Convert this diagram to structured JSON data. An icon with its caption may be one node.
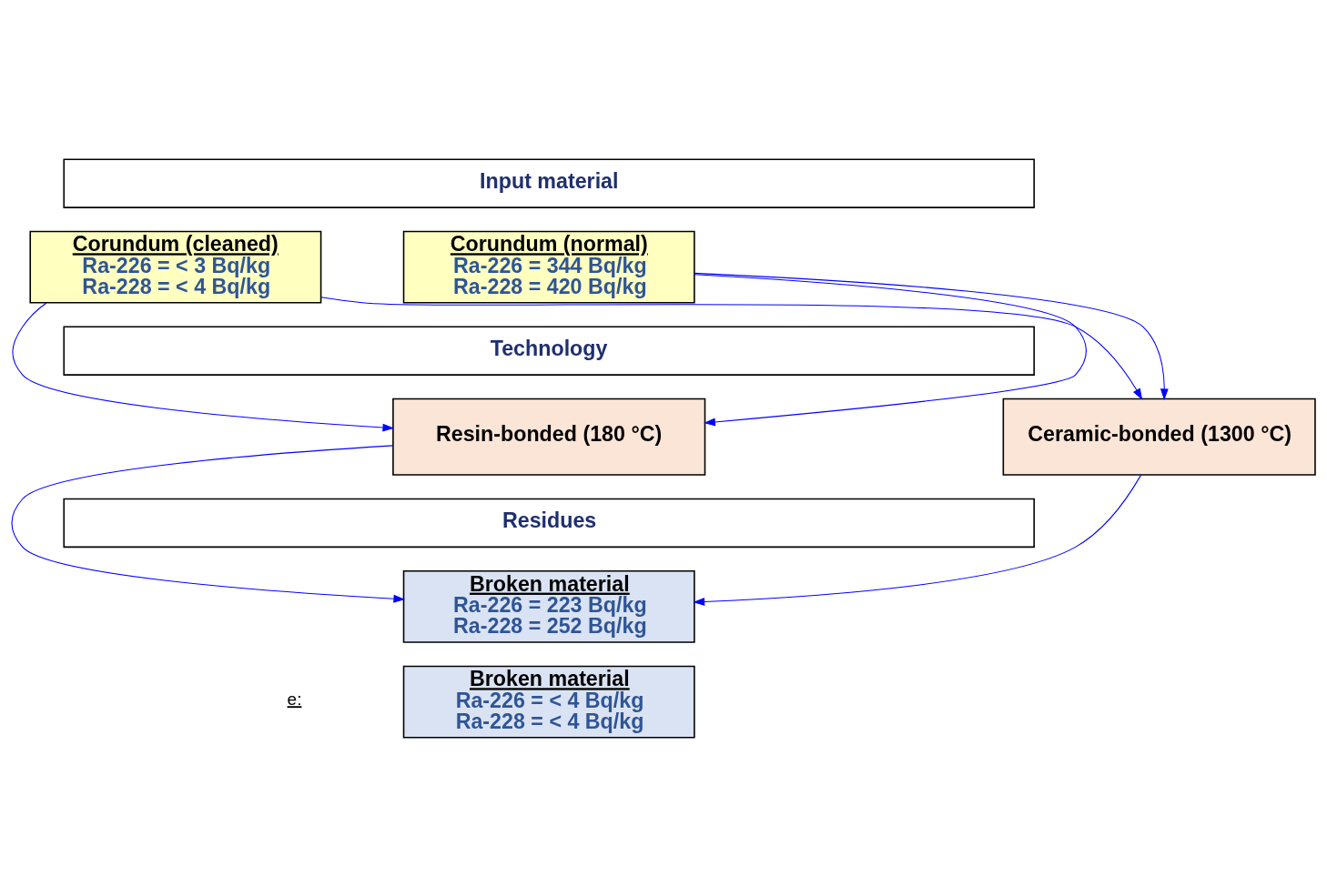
{
  "diagram": {
    "nodes": [
      {
        "text": [
          "Input material"
        ]
      },
      {
        "text": [
          "Corundum (normal)",
          "Ra-226 = 344 Bq/kg",
          "Ra-228 = 420 Bq/kg"
        ]
      },
      {
        "text": [
          "Corundum (cleaned)",
          "Ra-226 = < 3 Bq/kg",
          "Ra-228 = < 4 Bq/kg"
        ]
      },
      {
        "text": [
          "Technology"
        ]
      },
      {
        "text": [
          "Resin-bonded (180 °C)"
        ]
      },
      {
        "text": [
          "Ceramic-bonded (1300 °C)"
        ]
      },
      {
        "text": [
          "Residues"
        ]
      },
      {
        "text": [
          "Broken material",
          "Ra-226 = 223 Bq/kg",
          "Ra-228 = 252 Bq/kg"
        ]
      },
      {
        "text": [
          "Broken material",
          "Ra-226 = < 4 Bq/kg",
          "Ra-228 = < 4 Bq/kg"
        ]
      }
    ],
    "edges": [
      {
        "from": 1,
        "to": 4,
        "arrow": "to",
        "color": "#0000ff"
      },
      {
        "from": 1,
        "to": 5,
        "arrow": "to",
        "color": "#0000ff"
      },
      {
        "from": 2,
        "to": 4,
        "arrow": "to",
        "color": "#0000ff"
      },
      {
        "from": 2,
        "to": 5,
        "arrow": "to",
        "color": "#0000ff"
      },
      {
        "from": 4,
        "to": 7,
        "arrow": "to",
        "color": "#0000ff"
      },
      {
        "from": 5,
        "to": 7,
        "arrow": "to",
        "color": "#0000ff"
      }
    ],
    "labels": [
      "e:"
    ]
  }
}
